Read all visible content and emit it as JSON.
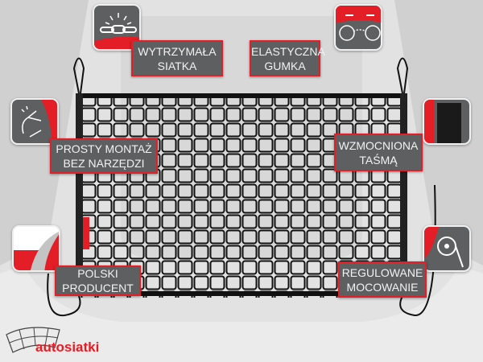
{
  "features": [
    {
      "icon": "chain-strength-icon",
      "lines": [
        "WYTRZYMAŁA",
        "SIATKA"
      ]
    },
    {
      "icon": "hands-stretch-icon",
      "lines": [
        "ELASTYCZNA",
        "GUMKA"
      ]
    },
    {
      "icon": "finger-snap-icon",
      "lines": [
        "PROSTY MONTAŻ",
        "BEZ NARZĘDZI"
      ]
    },
    {
      "icon": "strap-icon",
      "lines": [
        "WZMOCNIONA",
        "TAŚMĄ"
      ]
    },
    {
      "icon": "polish-flag-icon",
      "lines": [
        "POLSKI",
        "PRODUCENT"
      ]
    },
    {
      "icon": "tape-measure-icon",
      "lines": [
        "REGULOWANE",
        "MOCOWANIE"
      ]
    }
  ],
  "brand": {
    "name": "autosiatki",
    "net_tag": "autosiatki"
  },
  "colors": {
    "accent": "#e41e26",
    "panel": "#5d5f61"
  }
}
